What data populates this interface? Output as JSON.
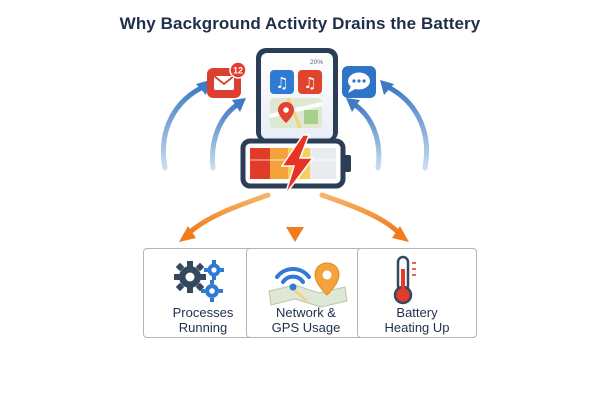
{
  "title": "Why Background Activity Drains the Battery",
  "phone": {
    "battery_percent_label": "20%"
  },
  "badges": {
    "mail_count": "12"
  },
  "cards": [
    {
      "line1": "Processes",
      "line2": "Running",
      "icon": "gears-icon"
    },
    {
      "line1": "Network &",
      "line2": "GPS Usage",
      "icon": "wifi-map-pin-icon"
    },
    {
      "line1": "Battery",
      "line2": "Heating Up",
      "icon": "thermometer-icon"
    }
  ],
  "colors": {
    "title": "#1f2f4a",
    "arrow_blue": "#5b8fcf",
    "arrow_orange": "#f28a2e",
    "battery_red": "#e23b2a",
    "battery_orange": "#f5a23a",
    "battery_yellow": "#f7cf5a",
    "phone_frame": "#2c3e55",
    "mail_red": "#d9402f",
    "chat_blue": "#2e74c7"
  }
}
